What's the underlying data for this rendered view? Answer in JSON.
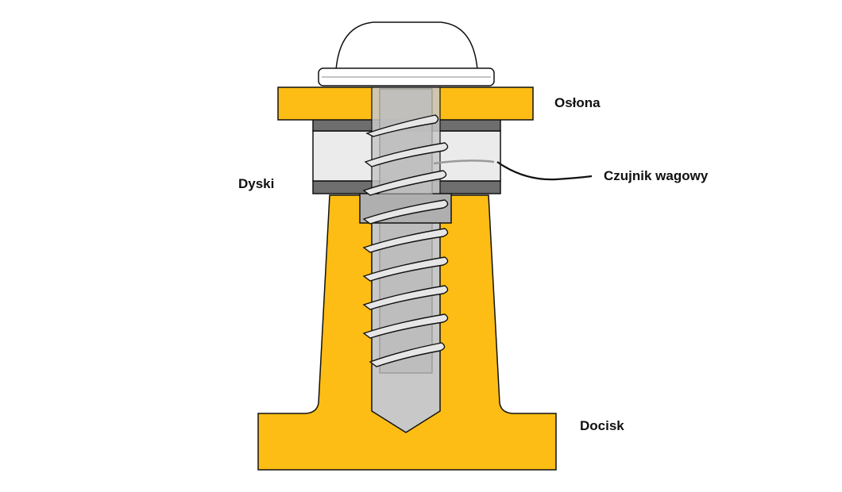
{
  "labels": {
    "shield": "Osłona",
    "load_sensor": "Czujnik wagowy",
    "disks": "Dyski",
    "clamp": "Docisk"
  },
  "colors": {
    "yellow": "#FDBD14",
    "steel": "#C8C8C8",
    "steel_dark": "#A8A8A8",
    "disk_dark": "#6E6E6E",
    "disk_light": "#EBEBEB",
    "outline": "#111111",
    "wire": "#999999"
  },
  "icons": {
    "cap": "dome-screw-cap",
    "screw": "self-tapping-screw"
  }
}
